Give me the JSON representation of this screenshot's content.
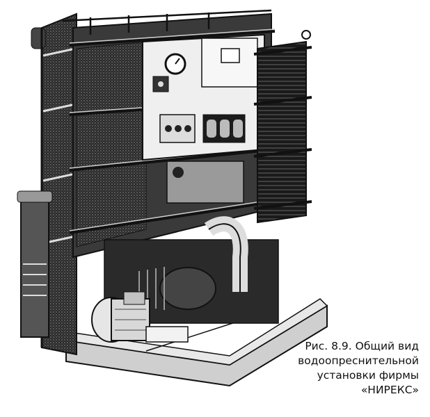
{
  "figure": {
    "caption_lines": [
      "Рис. 8.9. Общий вид",
      "водоопреснительной",
      "установки фирмы «НИРЕКС»"
    ]
  },
  "colors": {
    "ink": "#111111",
    "paper": "#ffffff",
    "mid_gray": "#6a6a6a",
    "light_gray": "#bdbdbd"
  }
}
